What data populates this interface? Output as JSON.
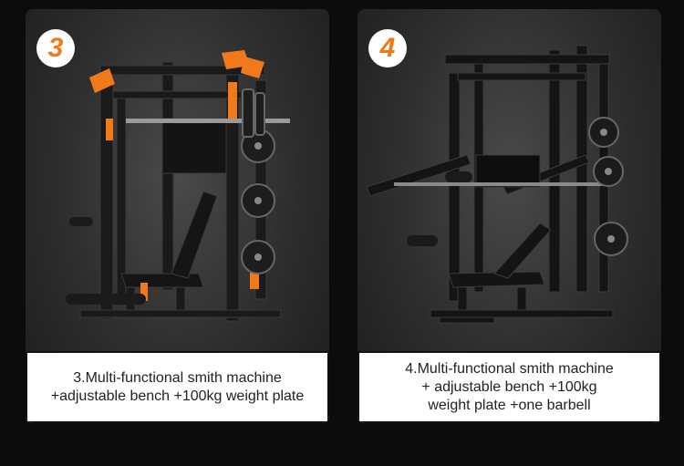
{
  "products": [
    {
      "badge": "3",
      "caption_lines": [
        "3.Multi-functional smith machine",
        "+adjustable bench +100kg weight plate"
      ]
    },
    {
      "badge": "4",
      "caption_lines": [
        "4.Multi-functional smith machine",
        "+ adjustable bench +100kg",
        "weight plate +one barbell"
      ]
    }
  ],
  "colors": {
    "accent": "#f07a1a",
    "card_background": "#2d2d2d",
    "caption_background": "#ffffff"
  }
}
